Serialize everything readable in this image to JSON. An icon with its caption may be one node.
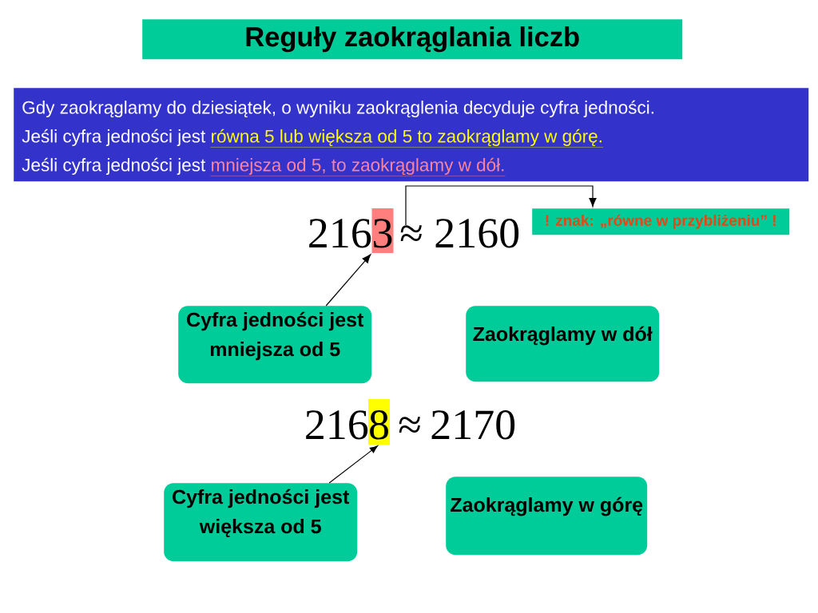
{
  "diagram": {
    "title": "Reguły zaokrąglania liczb",
    "nodes": [
      {
        "text": [
          "Gdy zaokrąglamy do dziesiątek, o wyniku zaokrąglenia decyduje cyfra jedności.",
          "Jeśli cyfra jedności jest",
          "równa 5 lub większa od 5 to zaokrąglamy w górę.",
          "Jeśli cyfra jedności jest",
          "mniejsza od 5, to zaokrąglamy w dół."
        ]
      },
      {
        "text": [
          "3"
        ]
      },
      {
        "text": [
          "≈"
        ]
      },
      {
        "text": [
          "! znak: „równe w przybliżeniu” !"
        ]
      },
      {
        "text": [
          "Cyfra jedności jest mniejsza od 5"
        ]
      },
      {
        "text": [
          "Zaokrąglamy w dół"
        ]
      },
      {
        "text": [
          "8"
        ]
      },
      {
        "text": [
          "Cyfra jedności jest większa od 5"
        ]
      },
      {
        "text": [
          "Zaokrąglamy w górę"
        ]
      }
    ],
    "edges": [
      {
        "from": 2,
        "to": 3,
        "arrow": "to"
      },
      {
        "from": 4,
        "to": 1,
        "arrow": "to"
      },
      {
        "from": 7,
        "to": 6,
        "arrow": "to"
      }
    ],
    "labels": [
      "216",
      "2160",
      "216",
      "≈",
      "2170"
    ]
  }
}
